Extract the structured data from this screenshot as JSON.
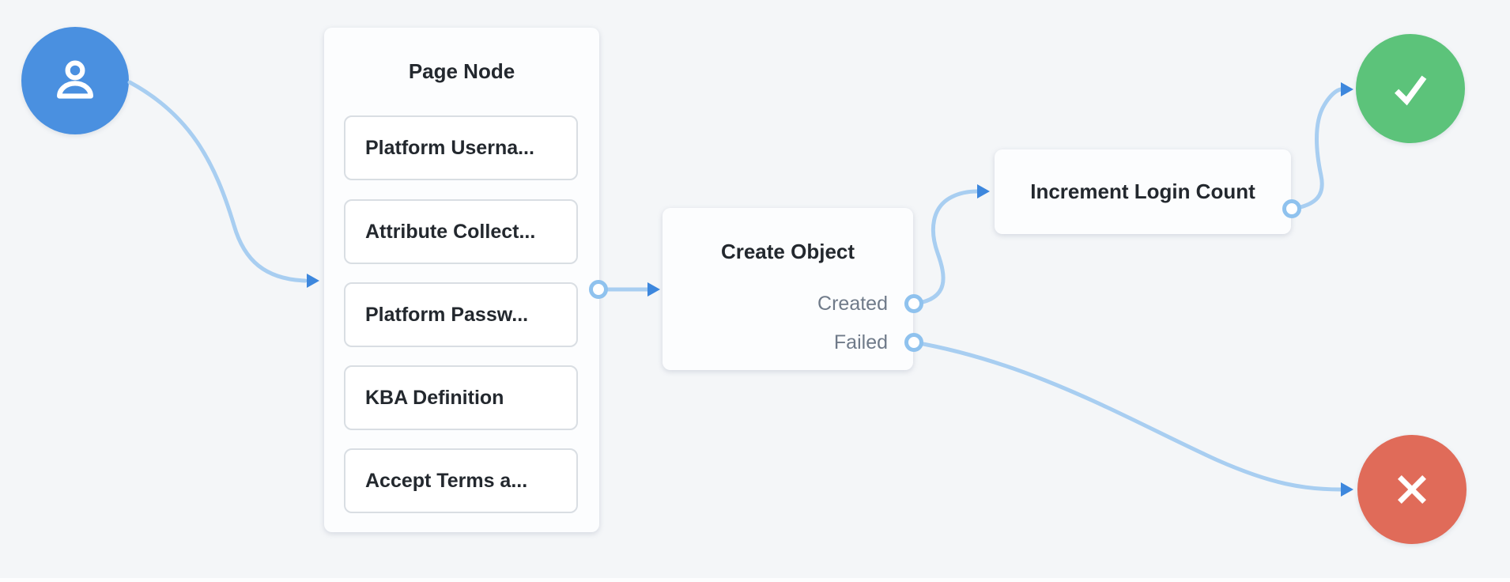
{
  "canvas": {
    "background": "#f4f6f8"
  },
  "colors": {
    "canvas_bg": "#f4f6f8",
    "start_node": "#4a90e0",
    "success_node": "#5cc37a",
    "failure_red": "#e06b59",
    "failure_node": "#e06b59",
    "edge_line": "#a8cef1",
    "edge_arrow": "#3d87dd",
    "port_ring": "#8fc2ee",
    "card_bg": "#fcfdfe",
    "title_text": "#23282e",
    "output_text": "#6f7a89",
    "item_border": "#d9dee3"
  },
  "nodes": {
    "start": {
      "icon": "user-icon"
    },
    "page_node": {
      "title": "Page Node",
      "items": [
        "Platform Userna...",
        "Attribute Collect...",
        "Platform Passw...",
        "KBA Definition",
        "Accept Terms a..."
      ]
    },
    "create_object": {
      "title": "Create Object",
      "outputs": [
        "Created",
        "Failed"
      ]
    },
    "increment_login_count": {
      "title": "Increment Login Count"
    },
    "success": {
      "icon": "check-icon"
    },
    "failure": {
      "icon": "x-icon"
    }
  }
}
